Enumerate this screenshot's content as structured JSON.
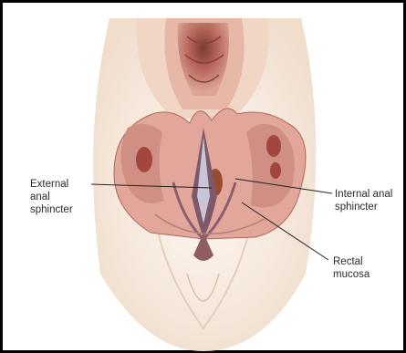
{
  "labels": {
    "external": "External\nanal\nsphincter",
    "internal": "Internal anal\nsphincter",
    "rectal": "Rectal\nmucosa"
  },
  "colors": {
    "border": "#000000",
    "skin": "#f2ddcb",
    "mucosa": "#c98374",
    "muscle": "#a2463f"
  }
}
